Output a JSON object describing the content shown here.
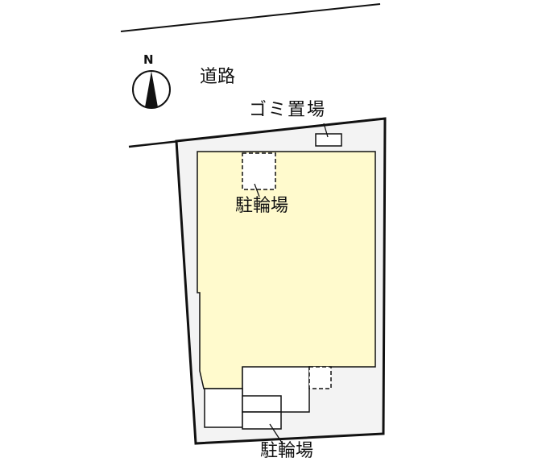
{
  "diagram": {
    "type": "site-plan",
    "labels": {
      "road": "道路",
      "garbage_area": "ゴミ置場",
      "bicycle_parking_top": "駐輪場",
      "bicycle_parking_bottom": "駐輪場",
      "north": "N"
    },
    "colors": {
      "building_fill": "#fffacd",
      "lot_fill": "#f3f3f3",
      "line": "#111111",
      "background": "#ffffff"
    }
  }
}
